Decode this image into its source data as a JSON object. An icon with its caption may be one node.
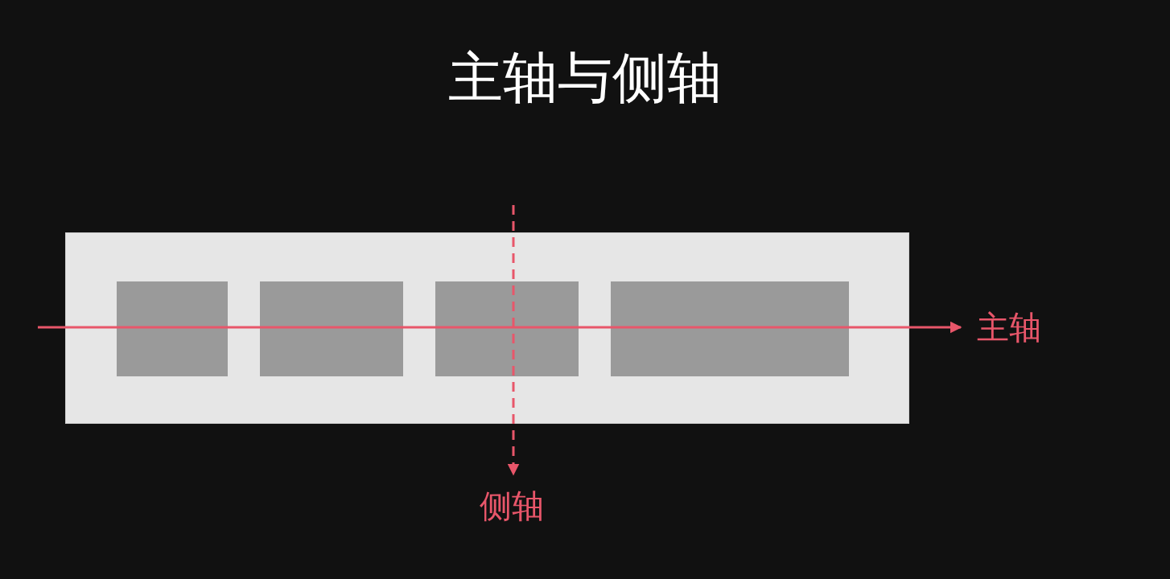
{
  "diagram": {
    "title": "主轴与侧轴",
    "nodes": [
      {
        "text": [],
        "shape": "box"
      },
      {
        "text": [],
        "shape": "box",
        "in": 0
      },
      {
        "text": [],
        "shape": "box",
        "in": 0
      },
      {
        "text": [],
        "shape": "box",
        "in": 0
      },
      {
        "text": [],
        "shape": "box",
        "in": 0
      },
      {
        "text": [
          "主轴"
        ]
      },
      {
        "text": [
          "侧轴"
        ]
      }
    ],
    "edges": [
      {
        "from": null,
        "to": 5,
        "arrow": "to"
      },
      {
        "from": null,
        "to": 6,
        "arrow": "to",
        "style": "dashed"
      }
    ]
  }
}
